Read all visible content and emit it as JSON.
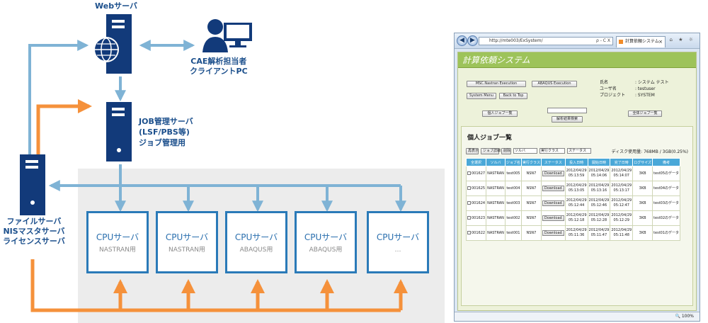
{
  "web_server": {
    "label": "Webサーバ"
  },
  "client": {
    "line1": "CAE解析担当者",
    "line2": "クライアントPC"
  },
  "job_server": {
    "line1": "JOB管理サーバ",
    "line2": "(LSF/PBS等)",
    "line3": "ジョブ管理用"
  },
  "file_server": {
    "line1": "ファイルサーバ",
    "line2": "NISマスタサーバ",
    "line3": "ライセンスサーバ"
  },
  "cpu_servers": [
    {
      "title": "CPUサーバ",
      "sub": "NASTRAN用"
    },
    {
      "title": "CPUサーバ",
      "sub": "NASTRAN用"
    },
    {
      "title": "CPUサーバ",
      "sub": "ABAQUS用"
    },
    {
      "title": "CPUサーバ",
      "sub": "ABAQUS用"
    },
    {
      "title": "CPUサーバ",
      "sub": "…"
    }
  ],
  "colors": {
    "blue_line": "#7fb3d5",
    "orange_line": "#f5913b",
    "server_navy": "#123a7a",
    "cpu_border": "#2a7ab8",
    "app_header": "#9dc35a"
  },
  "browser": {
    "address": "http://mte003/ExSystem/",
    "address_icons": "ρ - C X",
    "tab_title": "計算依頼システム",
    "tab_close": "×",
    "win_icons": "⌂ ★ ☼",
    "nav_back": "◀",
    "nav_forward": "▶",
    "app_title": "計算依頼システム",
    "buttons": {
      "msc": "MSC.Nastran Execution",
      "abaqus": "ABAQUS Execution",
      "menu": "System Menu",
      "back": "Back to Top",
      "personal": "個人ジョブ一覧",
      "search": "解析結果検索",
      "all": "全体ジョブ一覧"
    },
    "user": {
      "name_label": "氏名",
      "name": ": システム テスト",
      "uname_label": "ユーザ名",
      "uname": ": testuser",
      "project_label": "プロジェクト",
      "project": ": SYSTEM"
    },
    "section_title": "個人ジョブ一覧",
    "filters": {
      "btn1": "再表示",
      "btn2": "ジョブ詳細",
      "btn3": "削除",
      "solver": "ソルバ",
      "exec_class": "実行クラス",
      "status": "ステータス"
    },
    "disk_usage": "ディスク使用量: 768MB / 3GB(0.25%)",
    "columns": [
      "全選択",
      "ソルバ",
      "ジョブ名",
      "実行クラス",
      "ステータス",
      "投入日時",
      "開始日時",
      "完了日時",
      "ログサイズ",
      "備考"
    ],
    "download_label": "Download",
    "rows": [
      {
        "id": "001627",
        "solver": "NASTRAN",
        "job": "test005",
        "cls": "NSN7",
        "submit_d": "2012/04/29",
        "submit_t": "05:13:59",
        "start_d": "2012/04/29",
        "start_t": "05:14:06",
        "end_d": "2012/04/29",
        "end_t": "05:14:07",
        "size": "3KB",
        "note": "test05のデータ"
      },
      {
        "id": "001625",
        "solver": "NASTRAN",
        "job": "test004",
        "cls": "NSN7",
        "submit_d": "2012/04/29",
        "submit_t": "05:13:05",
        "start_d": "2012/04/29",
        "start_t": "05:13:16",
        "end_d": "2012/04/29",
        "end_t": "05:13:17",
        "size": "3KB",
        "note": "test04のデータ"
      },
      {
        "id": "001624",
        "solver": "NASTRAN",
        "job": "test003",
        "cls": "NSN7",
        "submit_d": "2012/04/29",
        "submit_t": "05:12:44",
        "start_d": "2012/04/29",
        "start_t": "05:12:46",
        "end_d": "2012/04/29",
        "end_t": "05:12:47",
        "size": "3KB",
        "note": "test03のデータ"
      },
      {
        "id": "001623",
        "solver": "NASTRAN",
        "job": "test002",
        "cls": "NSN7",
        "submit_d": "2012/04/29",
        "submit_t": "05:12:18",
        "start_d": "2012/04/29",
        "start_t": "05:12:28",
        "end_d": "2012/04/29",
        "end_t": "05:12:29",
        "size": "3KB",
        "note": "test02のデータ"
      },
      {
        "id": "001622",
        "solver": "NASTRAN",
        "job": "test001",
        "cls": "NSN7",
        "submit_d": "2012/04/29",
        "submit_t": "05:11:36",
        "start_d": "2012/04/29",
        "start_t": "05:11:47",
        "end_d": "2012/04/29",
        "end_t": "05:11:48",
        "size": "3KB",
        "note": "test01のデータ"
      }
    ],
    "zoom": "100%",
    "zoom_icon": "🔍"
  }
}
